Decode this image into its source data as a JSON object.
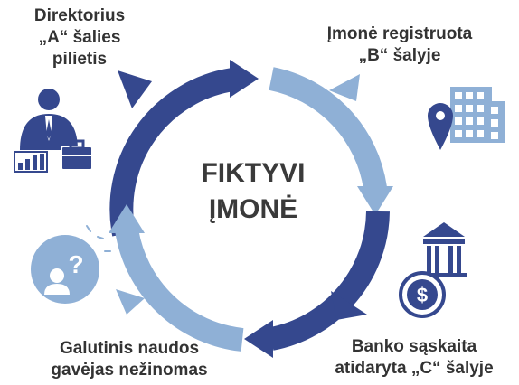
{
  "center": {
    "line1": "FIKTYVI",
    "line2": "ĮMONĖ"
  },
  "labels": {
    "director": [
      "Direktorius",
      "„A“ šalies",
      "pilietis"
    ],
    "company": [
      "Įmonė registruota",
      "„B“ šalyje"
    ],
    "bank": [
      "Banko sąskaita",
      "atidaryta „C“ šalyje"
    ],
    "beneficiary": [
      "Galutinis naudos",
      "gavėjas nežinomas"
    ]
  },
  "bank_symbol": "$",
  "question_symbol": "?",
  "colors": {
    "dark_blue": "#35488e",
    "light_blue": "#8fb0d6",
    "text": "#333333"
  },
  "icons": [
    "businessman-icon",
    "building-location-icon",
    "bank-dollar-icon",
    "unknown-person-icon"
  ]
}
